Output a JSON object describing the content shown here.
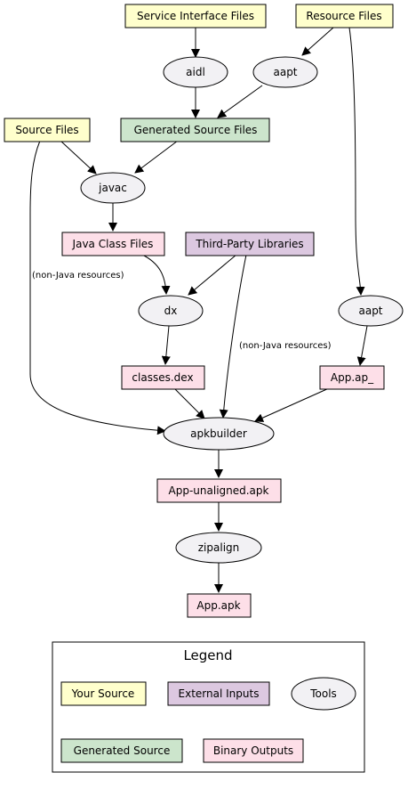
{
  "colors": {
    "source": "#ffffcc",
    "generated": "#cce5cc",
    "external": "#dcc8e0",
    "binary": "#fddfe8",
    "tool": "#f2f1f4",
    "stroke": "#000000"
  },
  "nodes": {
    "service_interface_files": "Service Interface Files",
    "resource_files": "Resource Files",
    "aidl": "aidl",
    "aapt_top": "aapt",
    "source_files": "Source Files",
    "generated_source_files": "Generated Source Files",
    "javac": "javac",
    "java_class_files": "Java Class Files",
    "third_party_libraries": "Third-Party Libraries",
    "dx": "dx",
    "aapt_right": "aapt",
    "classes_dex": "classes.dex",
    "app_ap": "App.ap_",
    "apkbuilder": "apkbuilder",
    "app_unaligned_apk": "App-unaligned.apk",
    "zipalign": "zipalign",
    "app_apk": "App.apk"
  },
  "edge_labels": {
    "non_java_left": "(non-Java resources)",
    "non_java_mid": "(non-Java resources)"
  },
  "legend": {
    "title": "Legend",
    "your_source": "Your Source",
    "external_inputs": "External Inputs",
    "tools": "Tools",
    "generated_source": "Generated Source",
    "binary_outputs": "Binary Outputs"
  }
}
